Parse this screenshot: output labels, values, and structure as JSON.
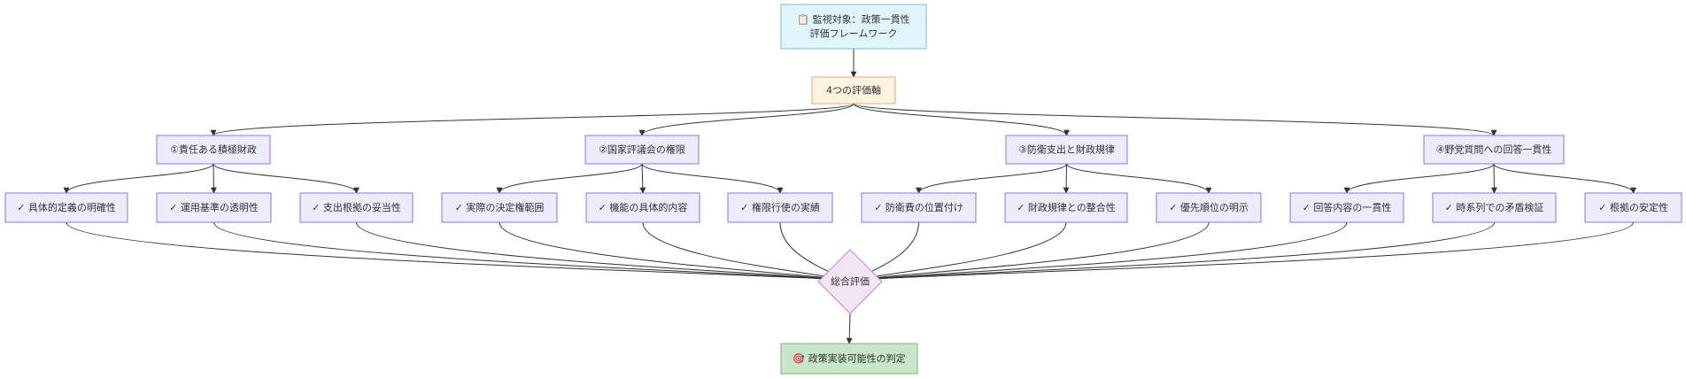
{
  "colors": {
    "root_fill": "#e1f5fe",
    "root_stroke": "#8ab4d8",
    "axis_fill": "#fff3e0",
    "axis_stroke": "#d9b27c",
    "default_fill": "#ececff",
    "default_stroke": "#9370db",
    "eval_fill": "#f3e5f5",
    "eval_stroke": "#b48ec8",
    "result_fill": "#c8e6c9",
    "result_stroke": "#7fb07f",
    "edge": "#333333",
    "text": "#333333"
  },
  "nodes": {
    "root": {
      "lines": [
        "📋 監視対象：政策一貫性",
        "評価フレームワーク"
      ]
    },
    "axis": {
      "lines": [
        "4つの評価軸"
      ]
    },
    "cat1": {
      "lines": [
        "①責任ある積極財政"
      ]
    },
    "cat2": {
      "lines": [
        "②国家評議会の権限"
      ]
    },
    "cat3": {
      "lines": [
        "③防衛支出と財政規律"
      ]
    },
    "cat4": {
      "lines": [
        "④野党質問への回答一貫性"
      ]
    },
    "c1a": {
      "lines": [
        "✓ 具体的定義の明確性"
      ]
    },
    "c1b": {
      "lines": [
        "✓ 運用基準の透明性"
      ]
    },
    "c1c": {
      "lines": [
        "✓ 支出根拠の妥当性"
      ]
    },
    "c2a": {
      "lines": [
        "✓ 実際の決定権範囲"
      ]
    },
    "c2b": {
      "lines": [
        "✓ 機能の具体的内容"
      ]
    },
    "c2c": {
      "lines": [
        "✓ 権限行使の実績"
      ]
    },
    "c3a": {
      "lines": [
        "✓ 防衛費の位置付け"
      ]
    },
    "c3b": {
      "lines": [
        "✓ 財政規律との整合性"
      ]
    },
    "c3c": {
      "lines": [
        "✓ 優先順位の明示"
      ]
    },
    "c4a": {
      "lines": [
        "✓ 回答内容の一貫性"
      ]
    },
    "c4b": {
      "lines": [
        "✓ 時系列での矛盾検証"
      ]
    },
    "c4c": {
      "lines": [
        "✓ 根拠の安定性"
      ]
    },
    "eval": {
      "lines": [
        "総合評価"
      ]
    },
    "result": {
      "lines": [
        "🎯 政策実装可能性の判定"
      ]
    }
  },
  "edges": [
    [
      "root",
      "axis"
    ],
    [
      "axis",
      "cat1"
    ],
    [
      "axis",
      "cat2"
    ],
    [
      "axis",
      "cat3"
    ],
    [
      "axis",
      "cat4"
    ],
    [
      "cat1",
      "c1a"
    ],
    [
      "cat1",
      "c1b"
    ],
    [
      "cat1",
      "c1c"
    ],
    [
      "cat2",
      "c2a"
    ],
    [
      "cat2",
      "c2b"
    ],
    [
      "cat2",
      "c2c"
    ],
    [
      "cat3",
      "c3a"
    ],
    [
      "cat3",
      "c3b"
    ],
    [
      "cat3",
      "c3c"
    ],
    [
      "cat4",
      "c4a"
    ],
    [
      "cat4",
      "c4b"
    ],
    [
      "cat4",
      "c4c"
    ],
    [
      "c1a",
      "eval"
    ],
    [
      "c1b",
      "eval"
    ],
    [
      "c1c",
      "eval"
    ],
    [
      "c2a",
      "eval"
    ],
    [
      "c2b",
      "eval"
    ],
    [
      "c2c",
      "eval"
    ],
    [
      "c3a",
      "eval"
    ],
    [
      "c3b",
      "eval"
    ],
    [
      "c3c",
      "eval"
    ],
    [
      "c4a",
      "eval"
    ],
    [
      "c4b",
      "eval"
    ],
    [
      "c4c",
      "eval"
    ],
    [
      "eval",
      "result"
    ]
  ]
}
